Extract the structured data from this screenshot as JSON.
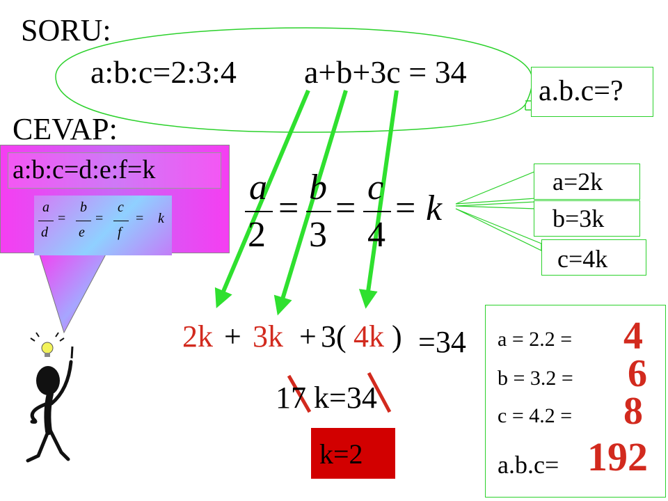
{
  "question": {
    "label": "SORU:",
    "ratio": "a:b:c=2:3:4",
    "equation": "a+b+3c = 34",
    "asked": "a.b.c=?"
  },
  "answer": {
    "label": "CEVAP:"
  },
  "rule_card": {
    "title": "a:b:c=d:e:f=k",
    "formula": {
      "numerators": [
        "a",
        "b",
        "c"
      ],
      "denominators": [
        "d",
        "e",
        "f"
      ],
      "equals": "=",
      "result": "k"
    }
  },
  "main_fraction": {
    "numerators": [
      "a",
      "b",
      "c"
    ],
    "denominators": [
      "2",
      "3",
      "4"
    ],
    "equals": "=",
    "result": "k"
  },
  "k_values": [
    "a=2k",
    "b=3k",
    "c=4k"
  ],
  "substitution": {
    "term_a": "2k",
    "plus1": "+",
    "term_b": "3k",
    "plus2": "+",
    "coef_c": "3(",
    "term_c": "4k",
    "close": ")",
    "rhs": "=34"
  },
  "simplified": "17 k=34",
  "k_result": "k=2",
  "results": {
    "rows": [
      {
        "expr": "a = 2.2 =",
        "value": "4"
      },
      {
        "expr": "b = 3.2 =",
        "value": "6"
      },
      {
        "expr": "c = 4.2 =",
        "value": "8"
      }
    ],
    "product_label": "a.b.c=",
    "product_value": "192"
  },
  "colors": {
    "accent_green": "#2fe02f",
    "answer_red": "#d22a1e",
    "card_magenta": "#f33ff0",
    "card_blue": "#86b7ff",
    "k_box_red": "#d20000"
  },
  "icons": [
    "thinking-stick-figure",
    "lightbulb-icon"
  ]
}
